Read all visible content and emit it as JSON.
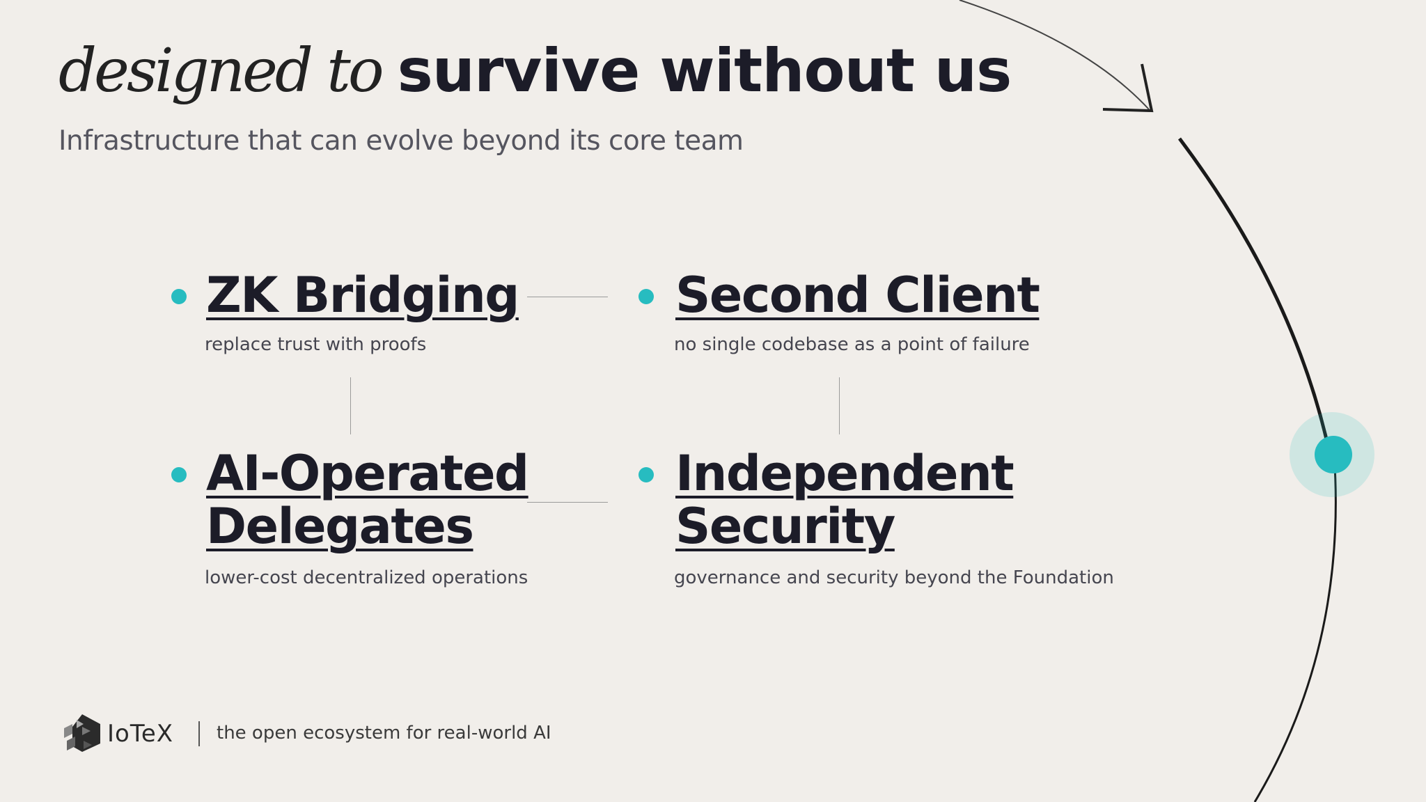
{
  "title": {
    "italic": "designed to",
    "bold": "survive without us"
  },
  "subtitle": "Infrastructure that can evolve beyond its core team",
  "items": [
    {
      "heading": "ZK Bridging",
      "description": "replace trust with proofs"
    },
    {
      "heading": "Second Client",
      "description": "no single codebase as a point of failure"
    },
    {
      "heading_line1": "AI-Operated",
      "heading_line2": "Delegates",
      "description": "lower-cost decentralized operations"
    },
    {
      "heading_line1": "Independent",
      "heading_line2": "Security",
      "description": "governance and security beyond the Foundation"
    }
  ],
  "footer": {
    "brand": "IoTeX",
    "tagline": "the open ecosystem for real-world AI"
  },
  "colors": {
    "accent": "#27bcc0",
    "background": "#f1eeea",
    "text": "#1c1c28"
  }
}
